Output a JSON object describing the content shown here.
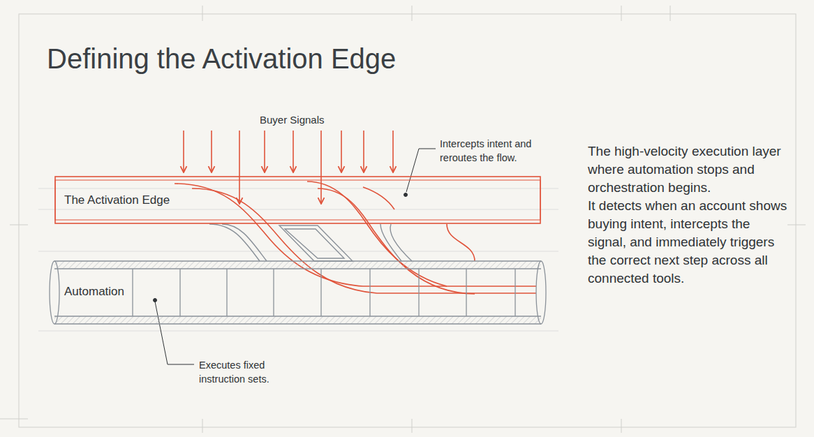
{
  "diagram": {
    "title": "Defining the Activation Edge",
    "nodes": [
      {
        "text": [
          "The Activation Edge"
        ]
      },
      {
        "text": [
          "Automation"
        ]
      }
    ],
    "edges": [
      {
        "from": 0,
        "to": 1,
        "arrow": "none"
      }
    ],
    "labels": [
      "Buyer Signals",
      "Intercepts intent and reroutes the flow.",
      "Executes fixed instruction sets.",
      "The high-velocity execution layer where automation stops and orchestration begins.",
      "It detects when an account shows buying intent, intercepts the signal, and immediately triggers the correct next step across all connected tools."
    ]
  }
}
